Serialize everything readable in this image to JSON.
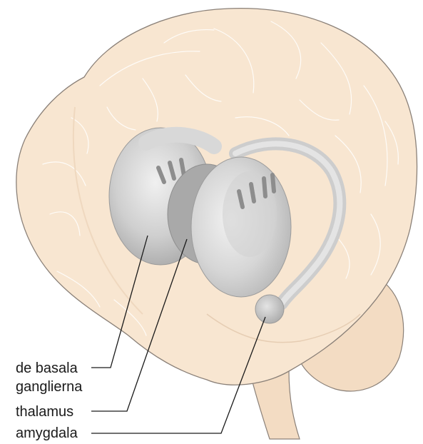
{
  "labels": {
    "basal_ganglia_line1": "de basala",
    "basal_ganglia_line2": "ganglierna",
    "thalamus": "thalamus",
    "amygdala": "amygdala"
  },
  "colors": {
    "brain_fill": "#f8e6d1",
    "brain_outline": "#8a8078",
    "structure_gray": "#c9c9c9",
    "structure_light": "#e2e2e2",
    "text": "#1a1a1a"
  }
}
